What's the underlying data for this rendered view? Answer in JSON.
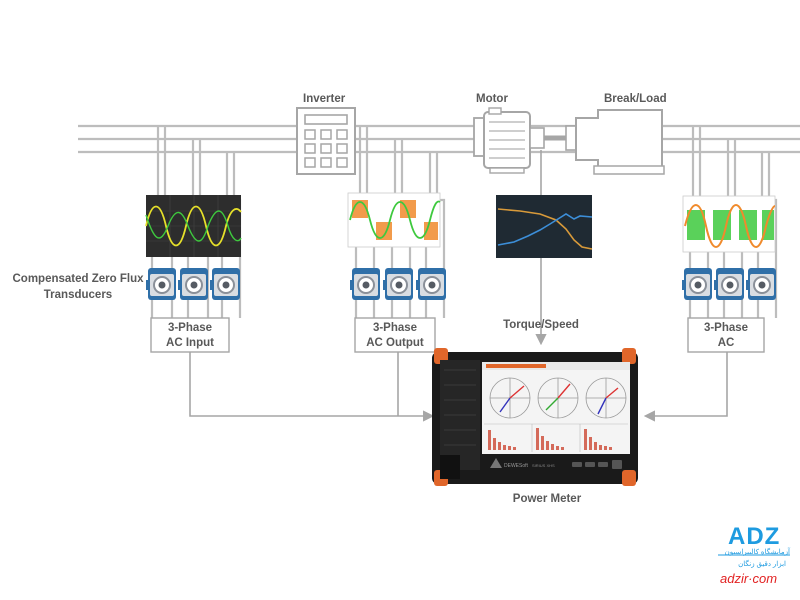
{
  "labels": {
    "inverter": "Inverter",
    "motor": "Motor",
    "brake_load": "Break/Load",
    "transducers_line1": "Compensated Zero Flux",
    "transducers_line2": "Transducers",
    "torque_speed": "Torque/Speed",
    "power_meter": "Power Meter"
  },
  "boxes": {
    "input": {
      "line1": "3-Phase",
      "line2": "AC Input"
    },
    "output": {
      "line1": "3-Phase",
      "line2": "AC Output"
    },
    "ac": {
      "line1": "3-Phase",
      "line2": "AC"
    }
  },
  "device": {
    "brand": "DEWESoft",
    "model": "SIRIUS XHS"
  },
  "logo": {
    "mark": "ADZ",
    "persian_line1": "آزمایشگاه کالیبراسیون",
    "persian_line2": "ابزار دقیق زنگان",
    "site": "adzir·com"
  },
  "colors": {
    "wire": "#bdbdbd",
    "text": "#595959",
    "logo_blue": "#1e9be0",
    "accent_orange": "#f08a2c",
    "scope_green": "#3ec93e",
    "scope_yellow": "#e6e02a"
  }
}
